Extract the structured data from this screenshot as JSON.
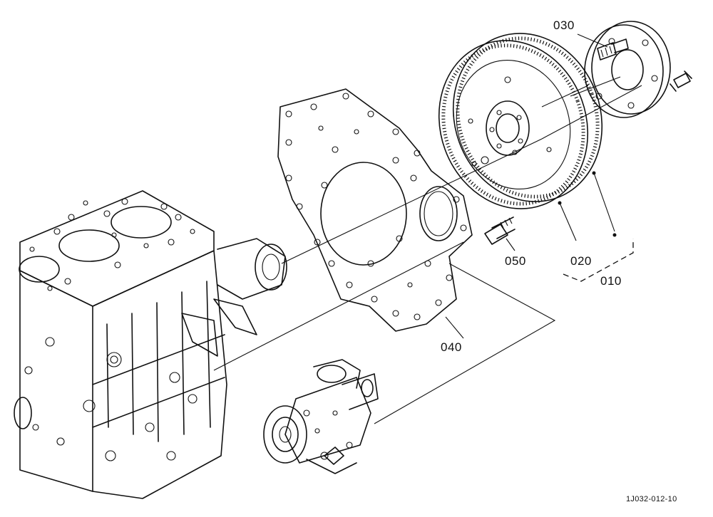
{
  "callouts": {
    "c010": "010",
    "c020": "020",
    "c030": "030",
    "c040": "040",
    "c050": "050"
  },
  "drawing_code": "1J032-012-10"
}
